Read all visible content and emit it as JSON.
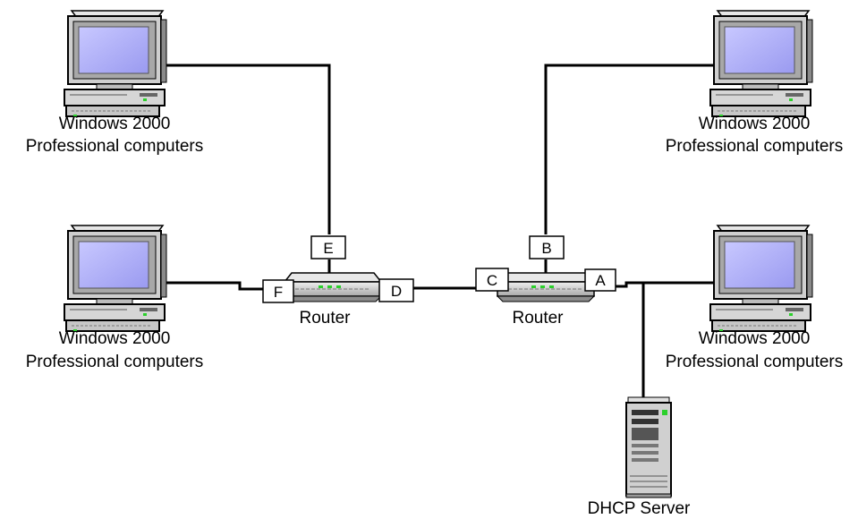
{
  "computers": [
    {
      "line1": "Windows 2000",
      "line2": "Professional computers"
    },
    {
      "line1": "Windows 2000",
      "line2": "Professional computers"
    },
    {
      "line1": "Windows 2000",
      "line2": "Professional computers"
    },
    {
      "line1": "Windows 2000",
      "line2": "Professional computers"
    }
  ],
  "routers": [
    {
      "label": "Router"
    },
    {
      "label": "Router"
    }
  ],
  "server": {
    "label": "DHCP Server"
  },
  "ports": {
    "a": "A",
    "b": "B",
    "c": "C",
    "d": "D",
    "e": "E",
    "f": "F"
  }
}
